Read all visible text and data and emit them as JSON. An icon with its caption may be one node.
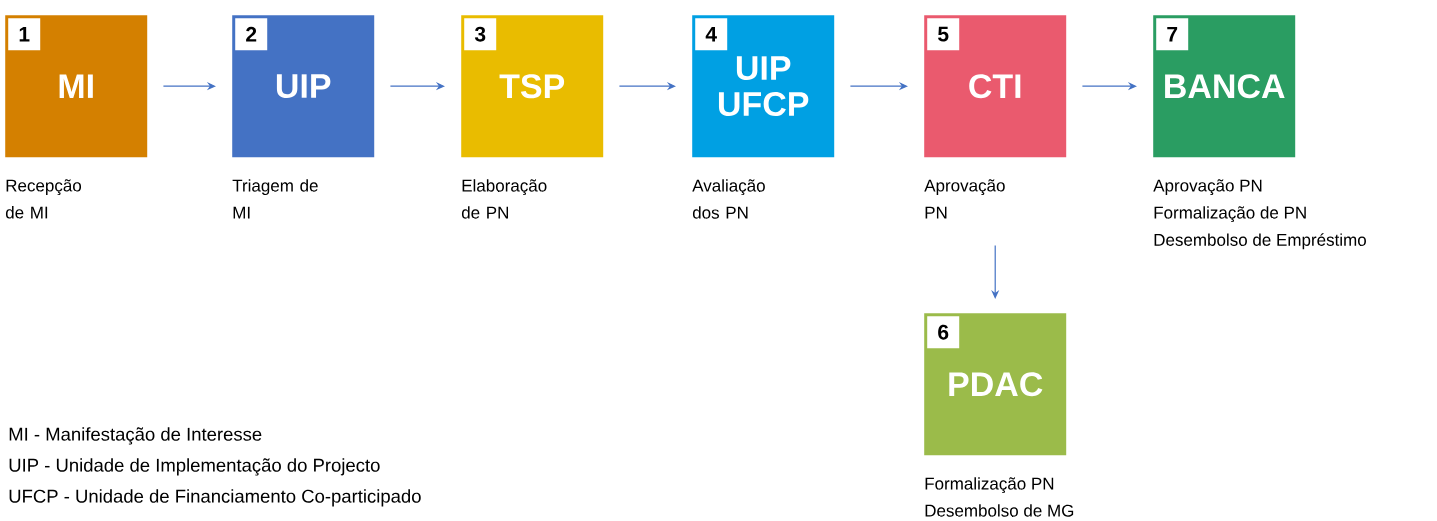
{
  "diagram": {
    "nodes": [
      {
        "text": [
          "1",
          "MI"
        ],
        "beside": [
          "Recepção de MI"
        ]
      },
      {
        "text": [
          "2",
          "UIP"
        ],
        "beside": [
          "Triagem de MI"
        ]
      },
      {
        "text": [
          "3",
          "TSP"
        ],
        "beside": [
          "Elaboração de PN"
        ]
      },
      {
        "text": [
          "4",
          "UIP UFCP"
        ],
        "beside": [
          "Avaliação dos PN"
        ]
      },
      {
        "text": [
          "5",
          "CTI"
        ],
        "beside": [
          "Aprovação PN"
        ]
      },
      {
        "text": [
          "6",
          "PDAC"
        ],
        "beside": [
          "Formalização PN",
          "Desembolso de MG"
        ]
      },
      {
        "text": [
          "7",
          "BANCA"
        ],
        "beside": [
          "Aprovação PN",
          "Formalização de PN",
          "Desembolso de Empréstimo"
        ]
      }
    ],
    "edges": [
      {
        "from": 0,
        "to": 1,
        "arrow": "to"
      },
      {
        "from": 1,
        "to": 2,
        "arrow": "to"
      },
      {
        "from": 2,
        "to": 3,
        "arrow": "to"
      },
      {
        "from": 3,
        "to": 4,
        "arrow": "to"
      },
      {
        "from": 4,
        "to": 6,
        "arrow": "to"
      },
      {
        "from": 4,
        "to": 5,
        "arrow": "to"
      }
    ],
    "labels": [
      "MI - Manifestação de Interesse",
      "UIP - Unidade de Implementação do Projecto",
      "UFCP - Unidade de Financiamento Co-participado"
    ]
  }
}
